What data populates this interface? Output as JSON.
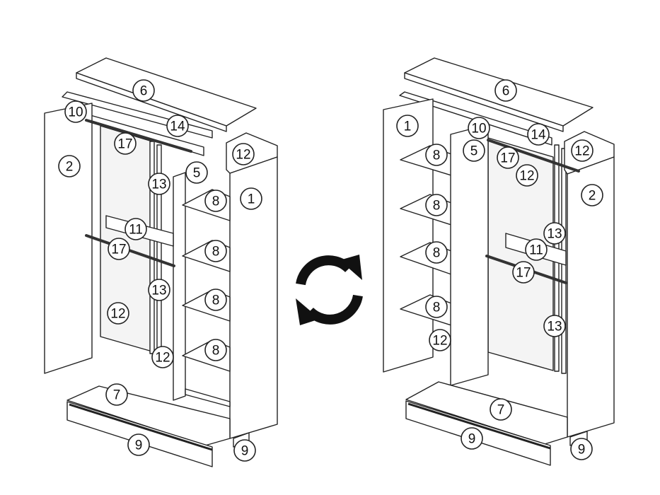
{
  "diagram": {
    "left_view": {
      "labels": [
        "6",
        "10",
        "14",
        "17",
        "2",
        "12",
        "5",
        "13",
        "8",
        "1",
        "11",
        "17",
        "8",
        "13",
        "8",
        "12",
        "8",
        "12",
        "7",
        "9",
        "9"
      ]
    },
    "right_view": {
      "labels": [
        "6",
        "1",
        "10",
        "14",
        "8",
        "5",
        "17",
        "12",
        "12",
        "2",
        "8",
        "13",
        "11",
        "8",
        "17",
        "8",
        "13",
        "12",
        "7",
        "9",
        "9"
      ]
    },
    "center_icon": "rotate-arrows-icon",
    "colors": {
      "line": "#222222",
      "icon": "#111111",
      "background": "#ffffff"
    }
  }
}
